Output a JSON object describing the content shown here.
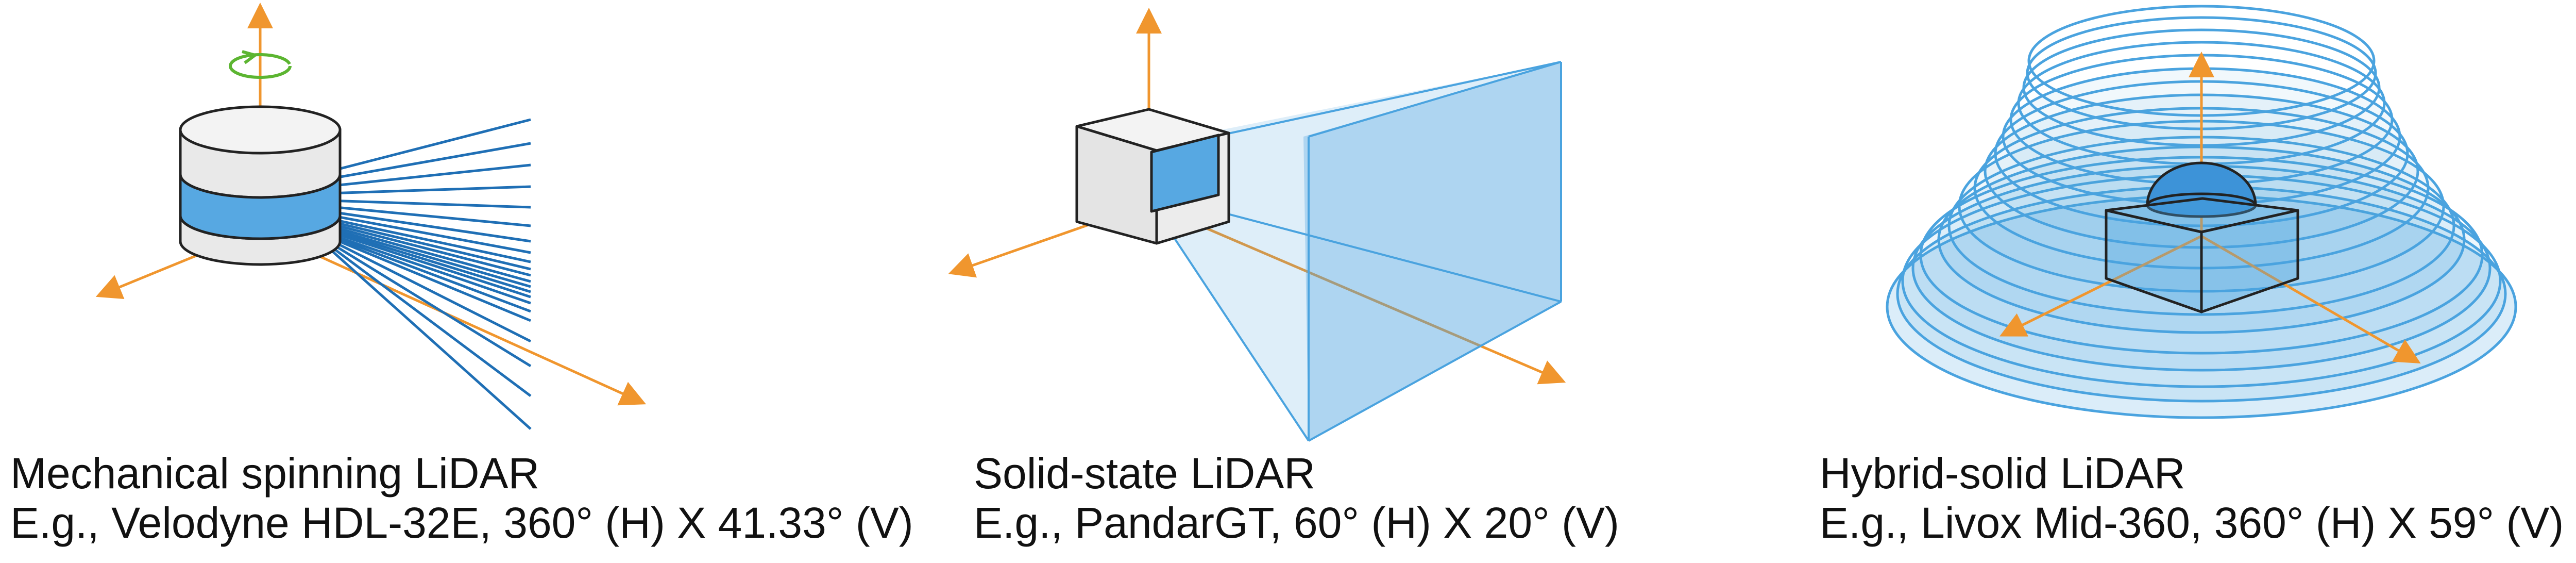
{
  "panels": [
    {
      "id": "mechanical",
      "title": "Mechanical spinning LiDAR",
      "example": "E.g., Velodyne HDL-32E, 360° (H) X 41.33° (V)",
      "icon": "spinning-lidar-icon"
    },
    {
      "id": "solid-state",
      "title": "Solid-state LiDAR",
      "example": "E.g., PandarGT, 60° (H) X 20° (V)",
      "icon": "solid-state-lidar-icon"
    },
    {
      "id": "hybrid",
      "title": "Hybrid-solid LiDAR",
      "example": "E.g., Livox Mid-360, 360° (H) X 59° (V)",
      "icon": "hybrid-lidar-icon"
    }
  ],
  "colors": {
    "axis": "#f0962e",
    "beam": "#1f6fb5",
    "lightblue": "#4aa3df",
    "rotation": "#5cb531",
    "outline": "#222222",
    "sensor_gray": "#e9e9e9"
  }
}
